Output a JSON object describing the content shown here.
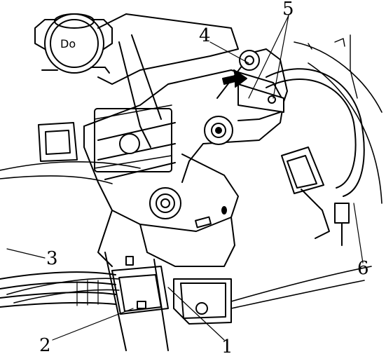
{
  "callouts": {
    "c1": "1",
    "c2": "2",
    "c3": "3",
    "c4": "4",
    "c5": "5",
    "c6": "6"
  },
  "reservoir_cap_text": "Do",
  "colors": {
    "ink": "#000000",
    "paper": "#ffffff"
  },
  "icons": {
    "direction_arrow": "arrow-right-icon"
  }
}
